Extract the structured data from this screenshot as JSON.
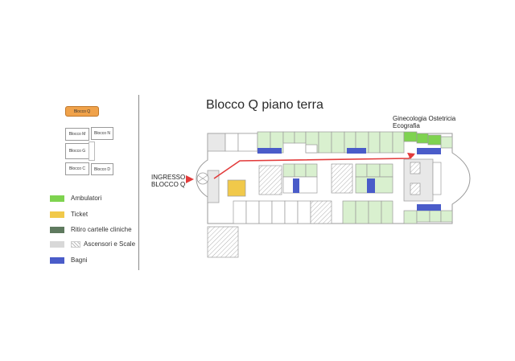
{
  "title": "Blocco Q piano terra",
  "mini_map": {
    "blocks": [
      {
        "label": "Blocco Q",
        "highlight": true
      },
      {
        "label": "Blocco M",
        "highlight": false
      },
      {
        "label": "Blocco N",
        "highlight": false
      },
      {
        "label": "Blocco G",
        "highlight": false
      },
      {
        "label": "Blocco C",
        "highlight": false
      },
      {
        "label": "Blocco D",
        "highlight": false
      }
    ],
    "highlight_color": "#f0a24a"
  },
  "legend": [
    {
      "label": "Ambulatori",
      "color": "#7ed34f"
    },
    {
      "label": "Ticket",
      "color": "#f1c94a"
    },
    {
      "label": "Ritiro cartelle cliniche",
      "color": "#5f7a5f"
    },
    {
      "label": "Ascensori e Scale",
      "color": "#d8d8d8"
    },
    {
      "label": "Bagni",
      "color": "#4a5cc9"
    }
  ],
  "entrance_label": "INGRESSO BLOCCO Q",
  "entrance_line1": "INGRESSO",
  "entrance_line2": "BLOCCO Q",
  "destination_line1": "Ginecologia Ostetricia",
  "destination_line2": "Ecografia",
  "colors": {
    "ambulatori": "#7ed34f",
    "ambulatori_light": "#d9f0cf",
    "ticket": "#f1c94a",
    "bagni": "#4a5cc9",
    "service": "#e0e0e0",
    "route": "#e23b3b"
  }
}
